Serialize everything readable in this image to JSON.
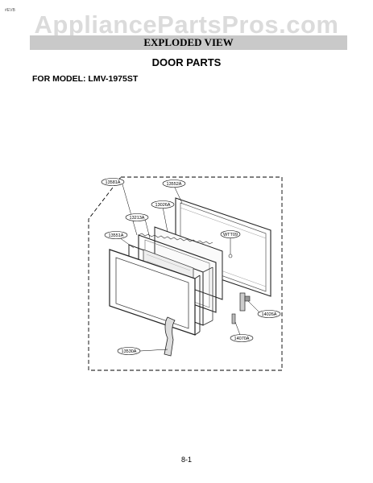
{
  "header": {
    "corner_tag": "#EVB",
    "watermark": "AppliancePartsPros.com",
    "title": "EXPLODED VIEW",
    "section_title": "DOOR PARTS",
    "model_line": "FOR MODEL: LMV-1975ST"
  },
  "diagram": {
    "callouts": [
      "13581A",
      "13552A",
      "13026A",
      "13213A",
      "13551A",
      "WTT09",
      "14026A",
      "14070A",
      "13530A"
    ]
  },
  "footer": {
    "page_number": "8-1"
  }
}
